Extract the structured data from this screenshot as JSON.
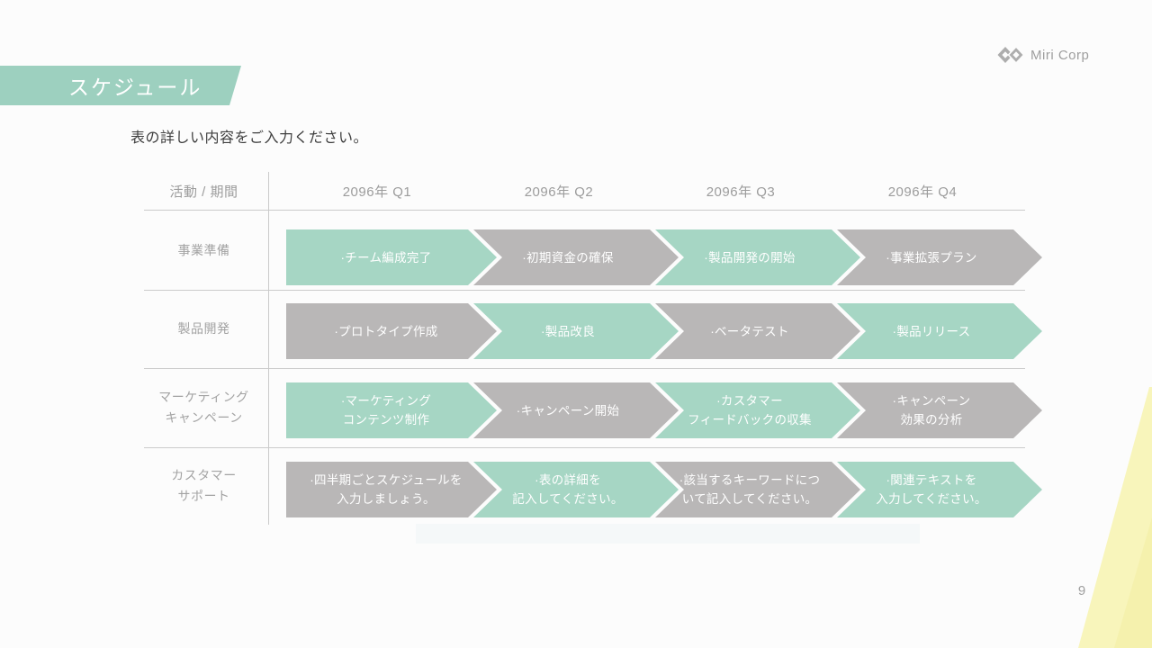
{
  "slide": {
    "title": "スケジュール",
    "subtitle": "表の詳しい内容をご入力ください。",
    "logo_text": "Miri Corp",
    "page_number": "9"
  },
  "colors": {
    "banner_green": "#9dd0bf",
    "accent_green": "#a6d6c4",
    "arrow_gray": "#b9b7b7",
    "corner_yellow": "#f8f5bb",
    "line_gray": "#cbcbcb"
  },
  "icons": {
    "logo_icon": "double-diamond"
  },
  "table": {
    "header": {
      "activity_period": "活動 / 期間",
      "quarters": [
        "2096年 Q1",
        "2096年 Q2",
        "2096年 Q3",
        "2096年 Q4"
      ]
    },
    "rows": [
      {
        "label": [
          "事業準備"
        ],
        "cells": [
          {
            "lines": [
              "·チーム編成完了"
            ],
            "color": "green"
          },
          {
            "lines": [
              "·初期資金の確保"
            ],
            "color": "gray"
          },
          {
            "lines": [
              "·製品開発の開始"
            ],
            "color": "green"
          },
          {
            "lines": [
              "·事業拡張プラン"
            ],
            "color": "gray"
          }
        ]
      },
      {
        "label": [
          "製品開発"
        ],
        "cells": [
          {
            "lines": [
              "·プロトタイプ作成"
            ],
            "color": "gray"
          },
          {
            "lines": [
              "·製品改良"
            ],
            "color": "green"
          },
          {
            "lines": [
              "·ベータテスト"
            ],
            "color": "gray"
          },
          {
            "lines": [
              "·製品リリース"
            ],
            "color": "green"
          }
        ]
      },
      {
        "label": [
          "マーケティング",
          "キャンペーン"
        ],
        "cells": [
          {
            "lines": [
              "·マーケティング",
              "コンテンツ制作"
            ],
            "color": "green"
          },
          {
            "lines": [
              "·キャンペーン開始"
            ],
            "color": "gray"
          },
          {
            "lines": [
              "·カスタマー",
              "フィードバックの収集"
            ],
            "color": "green"
          },
          {
            "lines": [
              "·キャンペーン",
              "効果の分析"
            ],
            "color": "gray"
          }
        ]
      },
      {
        "label": [
          "カスタマー",
          "サポート"
        ],
        "cells": [
          {
            "lines": [
              "·四半期ごとスケジュールを",
              "入力しましょう。"
            ],
            "color": "gray"
          },
          {
            "lines": [
              "·表の詳細を",
              "記入してください。"
            ],
            "color": "green"
          },
          {
            "lines": [
              "·該当するキーワードにつ",
              "いて記入してください。"
            ],
            "color": "gray"
          },
          {
            "lines": [
              "·関連テキストを",
              "入力してください。"
            ],
            "color": "green"
          }
        ]
      }
    ]
  }
}
